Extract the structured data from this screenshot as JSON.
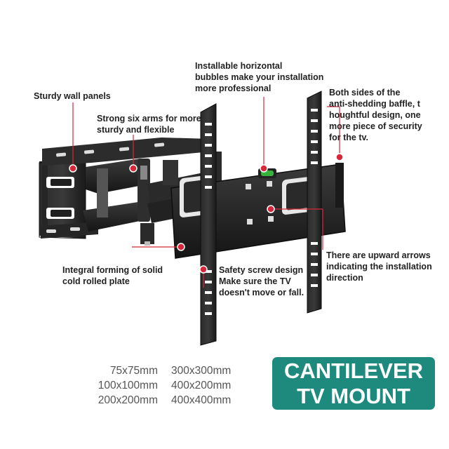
{
  "colors": {
    "background": "#ffffff",
    "badge": "#1e8a7e",
    "marker": "#d7283b",
    "metal": "#1e1e1e",
    "level_bubble": "#38b23c"
  },
  "callouts": {
    "wall_panels": [
      "Sturdy wall panels"
    ],
    "six_arms": [
      "Strong six arms for more",
      "sturdy and flexible"
    ],
    "bubbles": [
      "Installable horizontal",
      "bubbles make your installation",
      "more professional"
    ],
    "baffle": [
      "Both sides of the",
      "anti-shedding baffle, t",
      "houghtful design, one",
      "more piece of security",
      "for the tv."
    ],
    "integral": [
      "Integral forming of solid",
      "cold rolled plate"
    ],
    "safety": [
      "Safety screw design",
      "Make sure the TV",
      "doesn't move or fall."
    ],
    "arrows": [
      "There are upward arrows",
      "indicating the installation",
      "direction"
    ]
  },
  "vesa_sizes": {
    "left": [
      "75x75mm",
      "100x100mm",
      "200x200mm"
    ],
    "right": [
      "300x300mm",
      "400x200mm",
      "400x400mm"
    ]
  },
  "badge": {
    "line1": "CANTILEVER",
    "line2": "TV MOUNT"
  }
}
